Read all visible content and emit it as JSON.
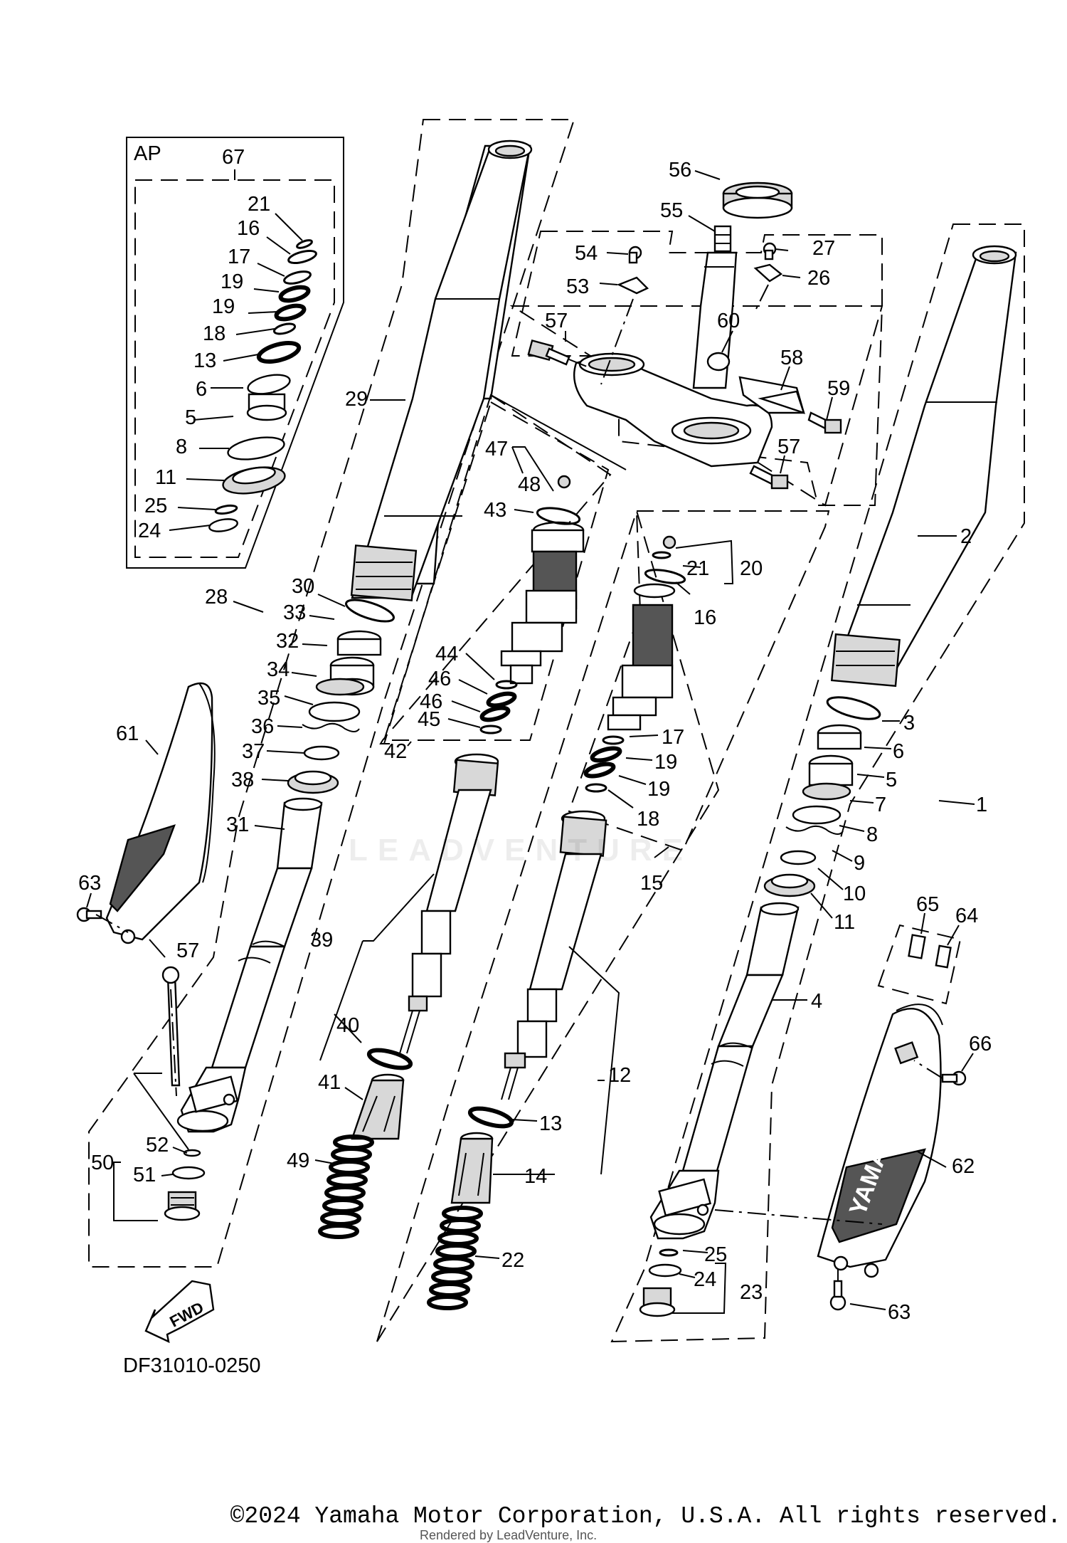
{
  "diagram": {
    "inset_label": "AP",
    "diagram_code": "DF31010-0250",
    "fwd_label": "FWD",
    "brand_text": "YAMAHA",
    "watermark": "LEADVENTURE",
    "copyright": "©2024 Yamaha Motor Corporation, U.S.A. All rights reserved.",
    "rendered_by": "Rendered by LeadVenture, Inc."
  },
  "callouts": {
    "n1": "1",
    "n2": "2",
    "n3": "3",
    "n4": "4",
    "n5": "5",
    "n5b": "5",
    "n6": "6",
    "n6b": "6",
    "n7": "7",
    "n8": "8",
    "n8b": "8",
    "n9": "9",
    "n10": "10",
    "n11": "11",
    "n11b": "11",
    "n12": "12",
    "n13": "13",
    "n13b": "13",
    "n14": "14",
    "n15": "15",
    "n16": "16",
    "n16b": "16",
    "n17": "17",
    "n17b": "17",
    "n18": "18",
    "n18b": "18",
    "n19a": "19",
    "n19b": "19",
    "n19c": "19",
    "n19d": "19",
    "n20": "20",
    "n21": "21",
    "n21b": "21",
    "n22": "22",
    "n23": "23",
    "n24": "24",
    "n24b": "24",
    "n25": "25",
    "n25b": "25",
    "n26": "26",
    "n27": "27",
    "n28": "28",
    "n29": "29",
    "n30": "30",
    "n31": "31",
    "n32": "32",
    "n33": "33",
    "n34": "34",
    "n35": "35",
    "n36": "36",
    "n37": "37",
    "n38": "38",
    "n39": "39",
    "n40": "40",
    "n41": "41",
    "n42": "42",
    "n43": "43",
    "n44": "44",
    "n45": "45",
    "n46a": "46",
    "n46b": "46",
    "n47": "47",
    "n48": "48",
    "n49": "49",
    "n50": "50",
    "n51": "51",
    "n52": "52",
    "n53": "53",
    "n54": "54",
    "n55": "55",
    "n56": "56",
    "n57a": "57",
    "n57b": "57",
    "n57c": "57",
    "n58": "58",
    "n59": "59",
    "n60": "60",
    "n61": "61",
    "n62": "62",
    "n63a": "63",
    "n63b": "63",
    "n64": "64",
    "n65": "65",
    "n66": "66",
    "n67": "67"
  }
}
